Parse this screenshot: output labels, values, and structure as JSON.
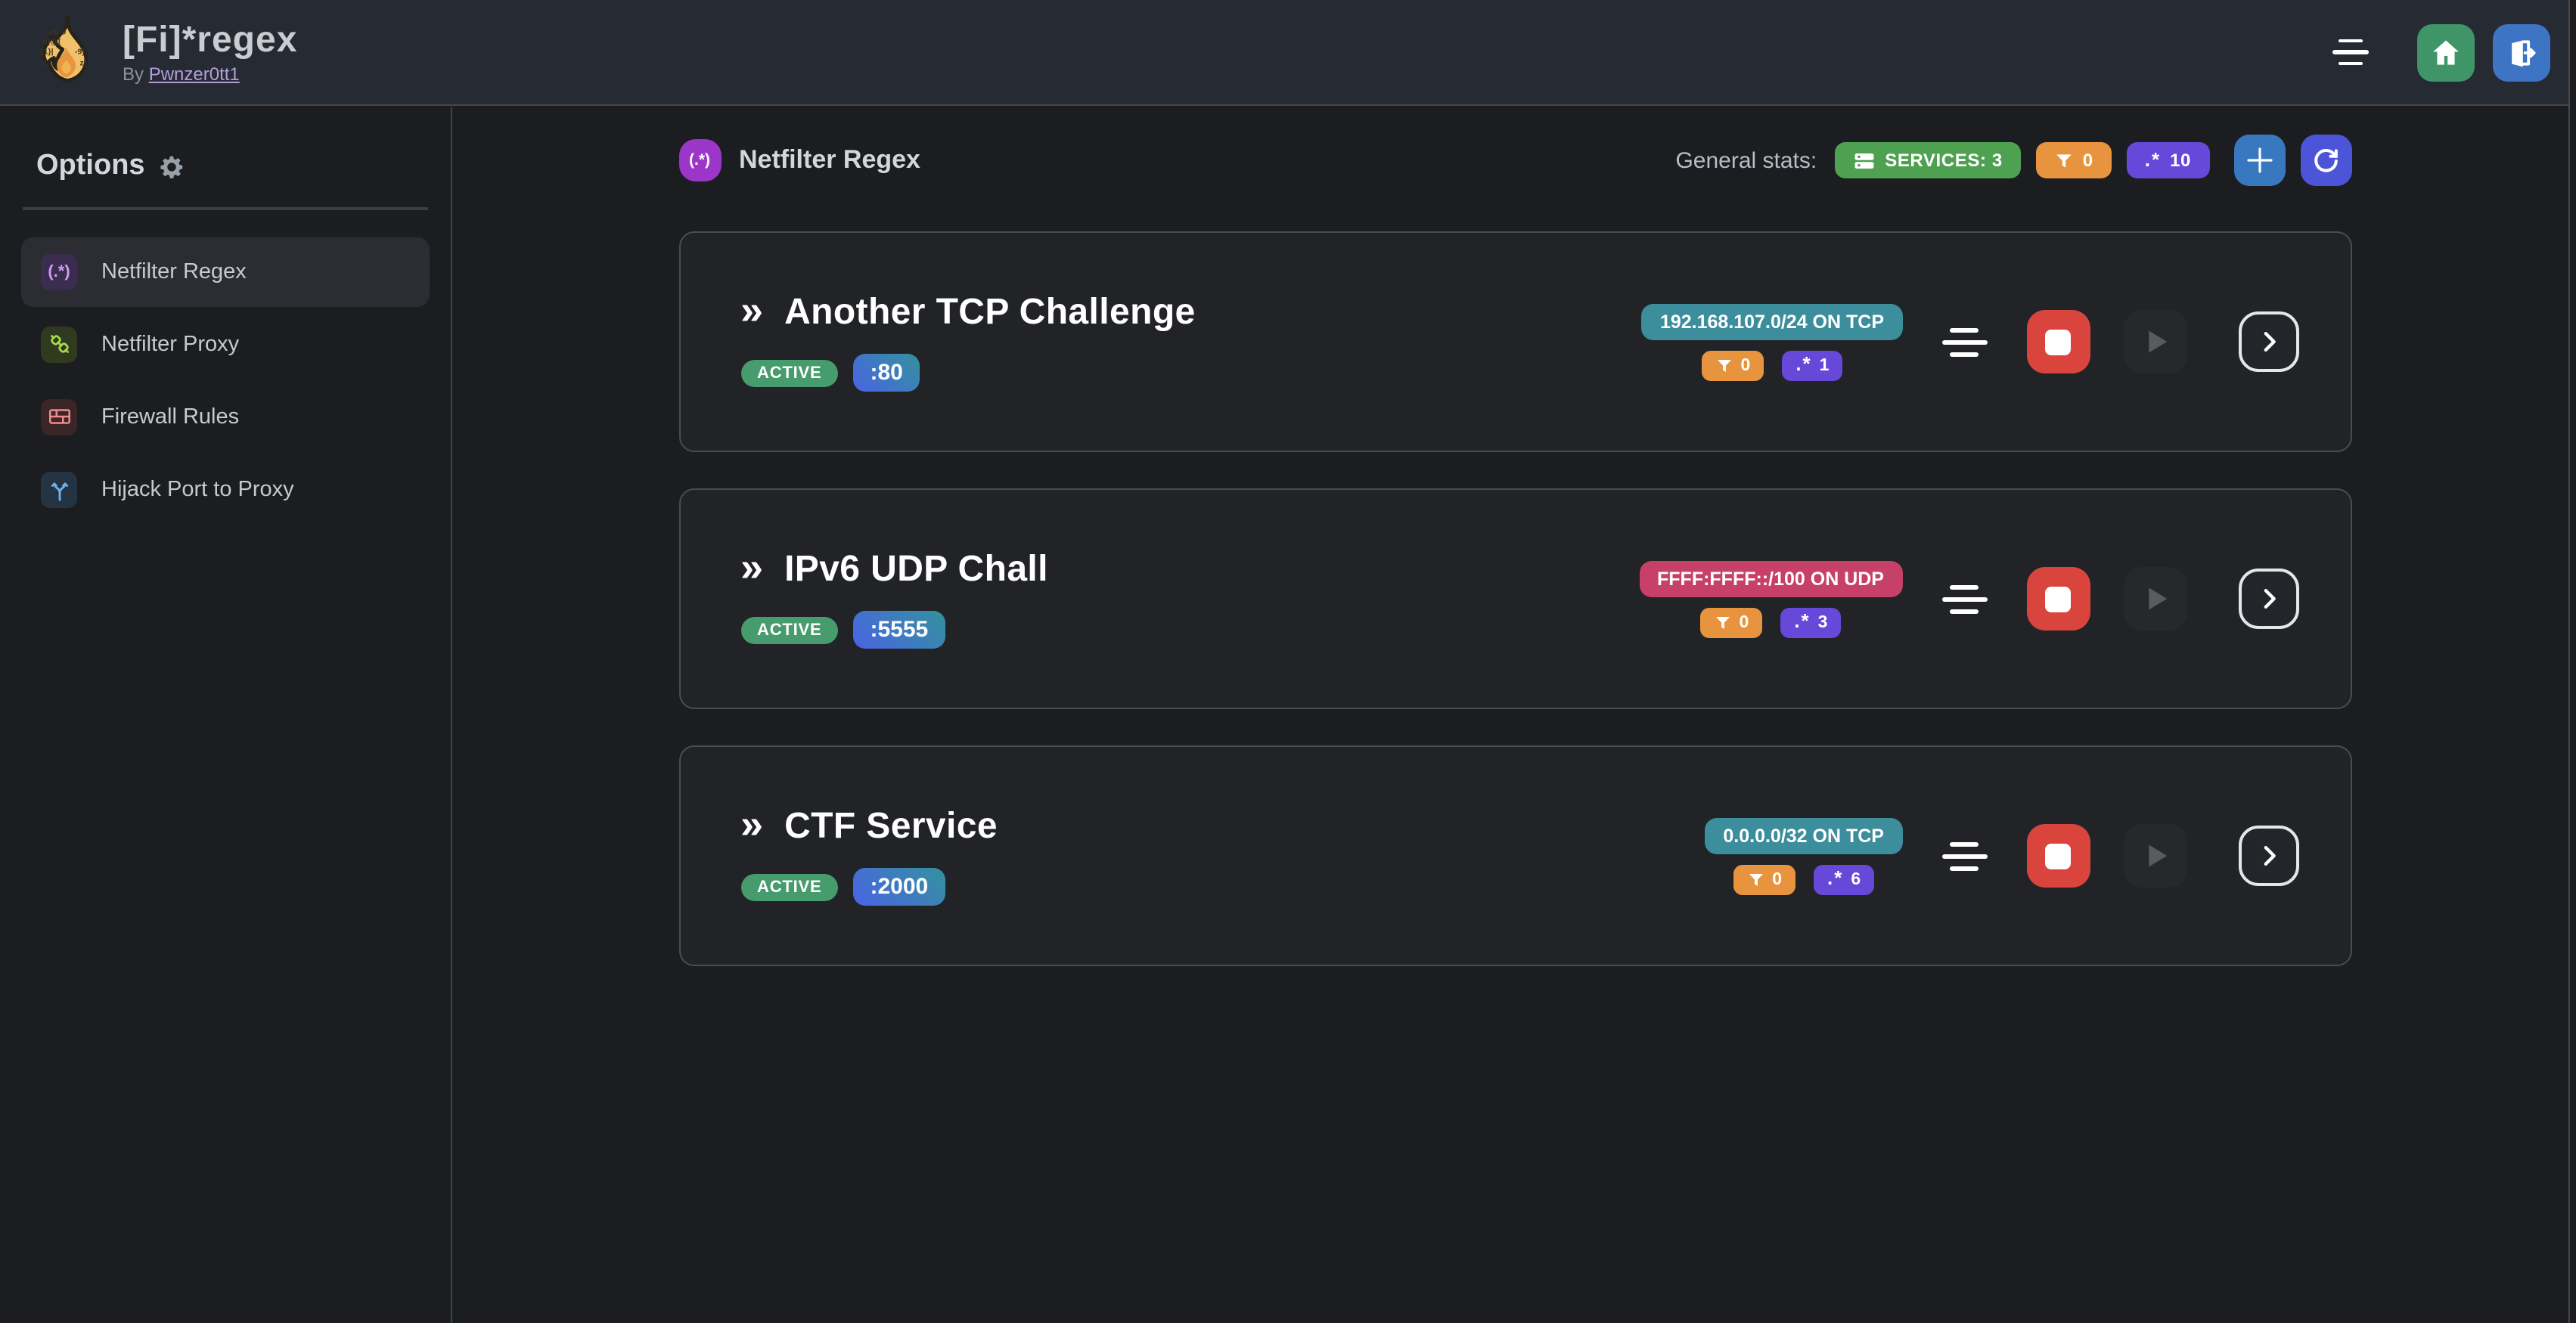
{
  "app": {
    "title": "[Fi]*regex",
    "byline_prefix": "By",
    "author": "Pwnzer0tt1"
  },
  "sidebar": {
    "title": "Options",
    "items": [
      {
        "label": "Netfilter Regex",
        "icon": "regex",
        "icon_text": "(.*)",
        "active": true
      },
      {
        "label": "Netfilter Proxy",
        "icon": "proxy",
        "active": false
      },
      {
        "label": "Firewall Rules",
        "icon": "firewall",
        "active": false
      },
      {
        "label": "Hijack Port to Proxy",
        "icon": "hijack",
        "active": false
      }
    ]
  },
  "main": {
    "section_icon_text": "(.*)",
    "section_title": "Netfilter Regex",
    "stats_label": "General stats:",
    "services_stat": "SERVICES: 3",
    "filtered_stat": "0",
    "regex_stat": "10",
    "regex_glyph": ".*"
  },
  "services": [
    {
      "name": "Another TCP Challenge",
      "status": "ACTIVE",
      "port": ":80",
      "cidr": "192.168.107.0/24 ON TCP",
      "cidr_color": "#3c8e9c",
      "filtered": "0",
      "regex_count": "1"
    },
    {
      "name": "IPv6 UDP Chall",
      "status": "ACTIVE",
      "port": ":5555",
      "cidr": "FFFF:FFFF::/100 ON UDP",
      "cidr_color": "#c7406a",
      "filtered": "0",
      "regex_count": "3"
    },
    {
      "name": "CTF Service",
      "status": "ACTIVE",
      "port": ":2000",
      "cidr": "0.0.0.0/32 ON TCP",
      "cidr_color": "#3c8e9c",
      "filtered": "0",
      "regex_count": "6"
    }
  ],
  "colors": {
    "accent_green": "#4fa152",
    "accent_orange": "#e8943e",
    "accent_violet": "#6748d8",
    "status_active": "#479c6d",
    "port_grad_from": "#4a63e4",
    "port_grad_to": "#33929d",
    "stop_red": "#d9453d",
    "home_green": "#3f9468",
    "logout_blue": "#3d74c4",
    "add_blue": "#3878be",
    "refresh_indigo": "#4c55d8",
    "link_violet": "#b49ddb",
    "section_purple": "#9c36c9"
  }
}
